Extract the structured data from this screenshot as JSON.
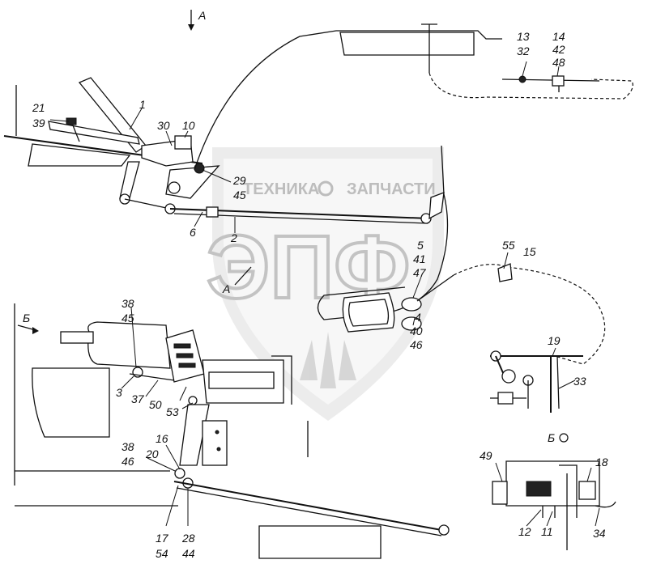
{
  "view_labels": {
    "a_top": "A",
    "a_mid": "А",
    "b_left": "Б",
    "b_detail": "Б"
  },
  "watermark": {
    "company_left": "ТЕХНИКА",
    "company_right": "ЗАПЧАСТИ",
    "logo": "ЭПФ"
  },
  "callouts": [
    {
      "id": "c1",
      "text": "1"
    },
    {
      "id": "c21",
      "text": "21"
    },
    {
      "id": "c39",
      "text": "39"
    },
    {
      "id": "c30",
      "text": "30"
    },
    {
      "id": "c10",
      "text": "10"
    },
    {
      "id": "c29",
      "text": "29"
    },
    {
      "id": "c45a",
      "text": "45"
    },
    {
      "id": "c6",
      "text": "6"
    },
    {
      "id": "c2",
      "text": "2"
    },
    {
      "id": "c13",
      "text": "13"
    },
    {
      "id": "c32",
      "text": "32"
    },
    {
      "id": "c14",
      "text": "14"
    },
    {
      "id": "c42",
      "text": "42"
    },
    {
      "id": "c48",
      "text": "48"
    },
    {
      "id": "c5",
      "text": "5"
    },
    {
      "id": "c41",
      "text": "41"
    },
    {
      "id": "c47",
      "text": "47"
    },
    {
      "id": "c4",
      "text": "4"
    },
    {
      "id": "c40",
      "text": "40"
    },
    {
      "id": "c46a",
      "text": "46"
    },
    {
      "id": "c55",
      "text": "55"
    },
    {
      "id": "c15",
      "text": "15"
    },
    {
      "id": "c19",
      "text": "19"
    },
    {
      "id": "c33",
      "text": "33"
    },
    {
      "id": "c38a",
      "text": "38"
    },
    {
      "id": "c45b",
      "text": "45"
    },
    {
      "id": "c3",
      "text": "3"
    },
    {
      "id": "c37",
      "text": "37"
    },
    {
      "id": "c50",
      "text": "50"
    },
    {
      "id": "c53",
      "text": "53"
    },
    {
      "id": "c16",
      "text": "16"
    },
    {
      "id": "c38b",
      "text": "38"
    },
    {
      "id": "c20",
      "text": "20"
    },
    {
      "id": "c46b",
      "text": "46"
    },
    {
      "id": "c17",
      "text": "17"
    },
    {
      "id": "c54",
      "text": "54"
    },
    {
      "id": "c28",
      "text": "28"
    },
    {
      "id": "c44",
      "text": "44"
    },
    {
      "id": "c49",
      "text": "49"
    },
    {
      "id": "c18",
      "text": "18"
    },
    {
      "id": "c12",
      "text": "12"
    },
    {
      "id": "c11",
      "text": "11"
    },
    {
      "id": "c34",
      "text": "34"
    }
  ]
}
